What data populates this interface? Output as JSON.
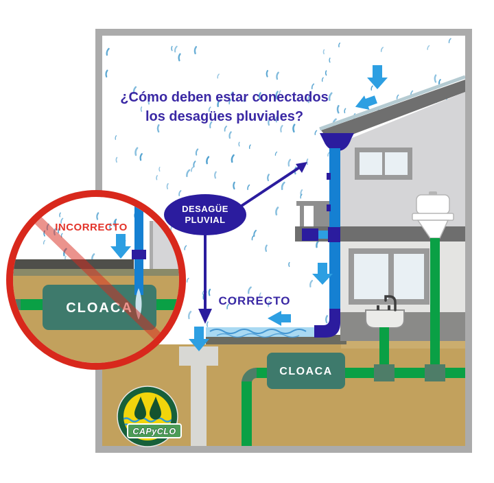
{
  "title": {
    "line1": "¿Cómo deben estar conectados",
    "line2": "los desagües pluviales?"
  },
  "badge": {
    "line1": "DESAGÜE",
    "line2": "PLUVIAL"
  },
  "labels": {
    "correct": "CORRECTO",
    "incorrect": "INCORRECTO",
    "sewer_main": "CLOACA",
    "sewer_incorrect": "CLOACA"
  },
  "logo": {
    "name": "CAPyCLO"
  },
  "colors": {
    "page_bg": "#FFFFFF",
    "frame_border": "#ABABAB",
    "sky": "#FFFFFF",
    "rain": "#4D9FCE",
    "title": "#3A28A4",
    "navy": "#2B1C9E",
    "pipe_blue": "#1580D2",
    "arrow_blue": "#2D9FE2",
    "water": "#A9D9F2",
    "water_line": "#4396D2",
    "wall2": "#D5D5D7",
    "wall1": "#E4E4E2",
    "fascia": "#6F6F6F",
    "lip": "#B5CBD2",
    "win_frame": "#9A9A9A",
    "pane": "#E9F0F4",
    "parapet": "#6E6E6E",
    "base": "#8A8A88",
    "slab": "#6B6B60",
    "olive": "#CBAD6E",
    "tan": "#C2A15D",
    "drain": "#D8D8D4",
    "green": "#0AA045",
    "green_dark": "#4E7D68",
    "teal": "#3E7A6C",
    "red": "#D8281C",
    "red_text": "#E3342A",
    "metal": "#8F8F8F",
    "white": "#FFFFFF",
    "dark_band": "#4F4F4A",
    "olive_dark": "#8A8A68",
    "logo_ring": "#17603A",
    "logo_yellow": "#F2D50C",
    "logo_banner": "#4C9C56",
    "logo_wave": "#2E9BD6",
    "drop_green": "#14532F",
    "cap_stroke": "#B5B5B5",
    "faucet": "#3E3E3E"
  }
}
